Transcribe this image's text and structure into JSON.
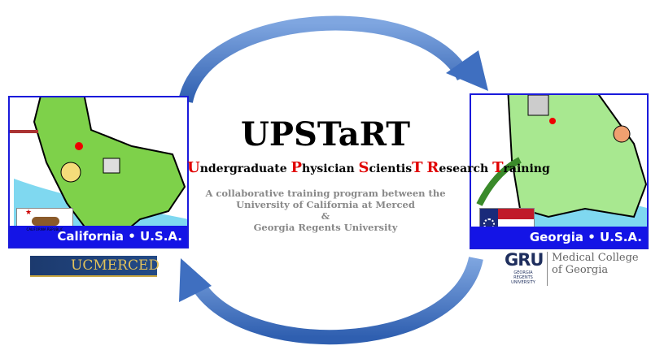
{
  "title": "UPSTaRT",
  "subtitle": [
    {
      "cap": "U",
      "rest": "ndergraduate "
    },
    {
      "cap": "P",
      "rest": "hysician "
    },
    {
      "cap": "S",
      "rest": "cientis"
    },
    {
      "cap": "T",
      "rest": " "
    },
    {
      "cap": "R",
      "rest": "esearch "
    },
    {
      "cap": "T",
      "rest": "raining"
    }
  ],
  "description": {
    "line1": "A collaborative training program between the",
    "line2": "University of California at Merced",
    "line3": "&",
    "line4": "Georgia Regents University"
  },
  "california": {
    "label": "California • U.S.A.",
    "flag_text": "CALIFORNIA REPUBLIC"
  },
  "georgia": {
    "label": "Georgia • U.S.A."
  },
  "ucmerced": {
    "logo_text": "UCMERCED"
  },
  "gru": {
    "mark": "GRU",
    "small": "GEORGIA REGENTS UNIVERSITY",
    "line1": "Medical College",
    "line2": "of Georgia"
  },
  "colors": {
    "arrow": "#3f6fc0",
    "accent_red": "#e00000",
    "band_blue": "#1414e6"
  }
}
